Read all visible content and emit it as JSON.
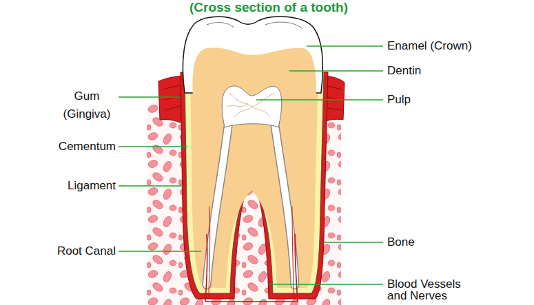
{
  "diagram": {
    "title": "(Cross section of a tooth)",
    "labels": [
      "Enamel (Crown)",
      "Dentin",
      "Pulp",
      "Gum (Gingiva)",
      "Cementum",
      "Ligament",
      "Root Canal",
      "Bone",
      "Blood Vessels and Nerves"
    ]
  }
}
